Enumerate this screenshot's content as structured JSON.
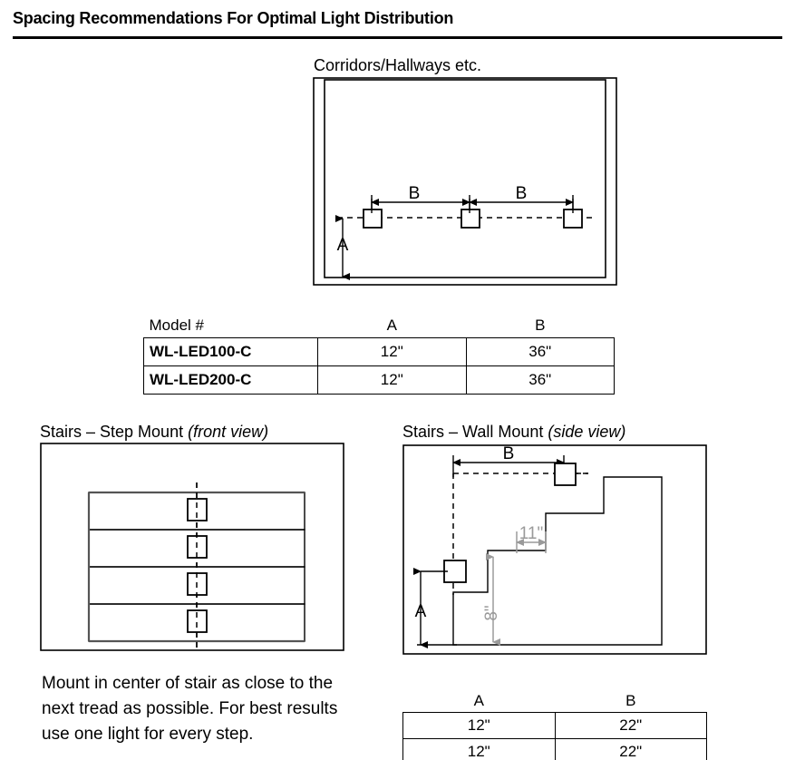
{
  "header": {
    "title": "Spacing Recommendations For Optimal Light Distribution"
  },
  "corridor": {
    "caption": "Corridors/Hallways etc.",
    "dim_labels": {
      "a": "A",
      "b1": "B",
      "b2": "B"
    },
    "fixture_count": 3,
    "table": {
      "headers": [
        "Model #",
        "A",
        "B"
      ],
      "rows": [
        {
          "model": "WL-LED100-C",
          "a": "12\"",
          "b": "36\""
        },
        {
          "model": "WL-LED200-C",
          "a": "12\"",
          "b": "36\""
        }
      ]
    }
  },
  "step_mount": {
    "caption_main": "Stairs – Step Mount ",
    "caption_italic": "(front view)",
    "step_count": 4,
    "note": "Mount in center of stair as close to the next tread as possible. For best results use one light for every step."
  },
  "wall_mount": {
    "caption_main": "Stairs – Wall Mount ",
    "caption_italic": "(side view)",
    "dim_labels": {
      "a": "A",
      "b": "B",
      "riser": "8\"",
      "tread": "11\""
    },
    "table": {
      "headers": [
        "A",
        "B"
      ],
      "rows": [
        {
          "a": "12\"",
          "b": "22\""
        },
        {
          "a": "12\"",
          "b": "22\""
        }
      ]
    }
  },
  "colors": {
    "ink": "#000000",
    "gray_dim": "#9a9a9a",
    "paper": "#ffffff"
  }
}
